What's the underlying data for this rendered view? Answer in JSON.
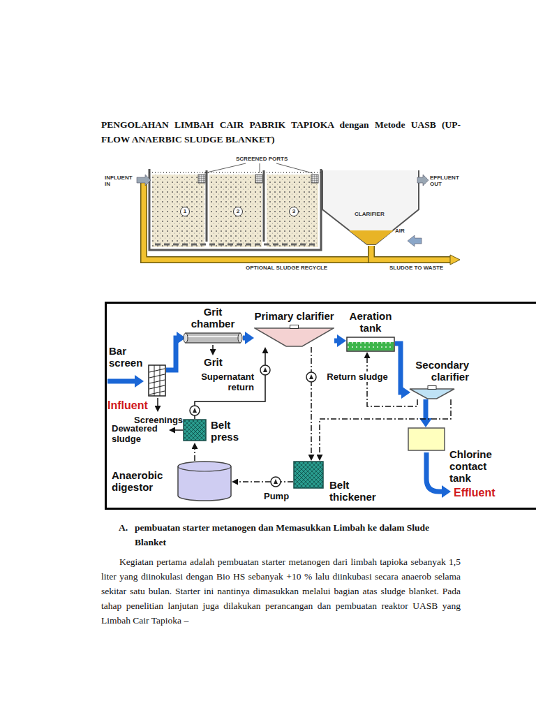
{
  "diagram": {
    "title": "PENGOLAHAN LIMBAH CAIR PABRIK TAPIOKA dengan Metode UASB (UP-FLOW ANAERBIC SLUDGE BLANKET)",
    "nodes": [
      {
        "text": [
          "Bar screen"
        ]
      },
      {
        "text": [
          "Grit chamber"
        ]
      },
      {
        "text": [
          "Primary clarifier"
        ]
      },
      {
        "text": [
          "Aeration tank"
        ]
      },
      {
        "text": [
          "Secondary clarifier"
        ]
      },
      {
        "text": [
          "Chlorine contact tank"
        ]
      },
      {
        "text": [
          "Belt press"
        ]
      },
      {
        "text": [
          "Anaerobic digestor"
        ]
      },
      {
        "text": [
          "Belt thickener"
        ]
      }
    ],
    "edges": [
      {
        "from": 0,
        "to": 1,
        "arrow": "to"
      },
      {
        "from": 1,
        "to": 2,
        "arrow": "to"
      },
      {
        "from": 2,
        "to": 3,
        "arrow": "to"
      },
      {
        "from": 3,
        "to": 4,
        "arrow": "to"
      },
      {
        "from": 4,
        "to": 5,
        "arrow": "to"
      },
      {
        "from": 4,
        "to": 3,
        "arrow": "to",
        "label": "Return sludge"
      },
      {
        "from": 2,
        "to": 8,
        "arrow": "to"
      },
      {
        "from": 4,
        "to": 8,
        "arrow": "to"
      },
      {
        "from": 8,
        "to": 7,
        "arrow": "to"
      },
      {
        "from": 7,
        "to": 6,
        "arrow": "to"
      },
      {
        "from": 6,
        "to": 2,
        "arrow": "to",
        "label": "Supernatant return"
      }
    ],
    "labels": [
      "SCREENED PORTS",
      "INFLUENT IN",
      "EFFLUENT OUT",
      "1",
      "2",
      "3",
      "CLARIFIER",
      "AIR",
      "OPTIONAL SLUDGE RECYCLE",
      "SLUDGE TO WASTE",
      "Influent",
      "Grit",
      "Screenings",
      "Dewatered sludge",
      "Pump",
      "Effluent",
      "A.",
      "pembuatan starter metanogen dan Memasukkan Limbah ke dalam Slude Blanket",
      "Kegiatan pertama adalah pembuatan starter metanogen dari limbah tapioka sebanyak 1,5 liter yang diinokulasi dengan Bio HS sebanyak +10 % lalu diinkubasi secara anaerob selama sekitar satu bulan. Starter ini nantinya dimasukkan melalui bagian atas sludge blanket. Pada tahap penelitian lanjutan juga dilakukan perancangan dan pembuatan reaktor UASB yang Limbah Cair Tapioka –"
    ]
  }
}
